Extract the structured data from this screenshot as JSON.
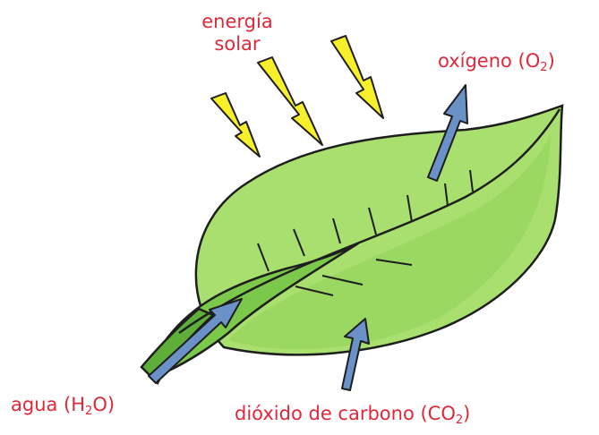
{
  "labels": {
    "energy_line1": "energía",
    "energy_line2": "solar",
    "oxygen_text": "oxígeno (O",
    "oxygen_sub": "2",
    "oxygen_close": ")",
    "water_text": "agua (H",
    "water_sub": "2",
    "water_close": "O)",
    "co2_text": "dióxido de carbono (CO",
    "co2_sub": "2",
    "co2_close": ")"
  },
  "colors": {
    "label": "#e0283a",
    "leaf_fill": "#a8df6e",
    "leaf_dark": "#6cbf3c",
    "outline": "#1e1e1e",
    "sun_arrow": "#f7ef2a",
    "gas_arrow": "#6a92c8"
  },
  "icons": {
    "sun_arrows": "lightning-arrow-icon",
    "gas_arrows": "blue-arrow-icon"
  }
}
